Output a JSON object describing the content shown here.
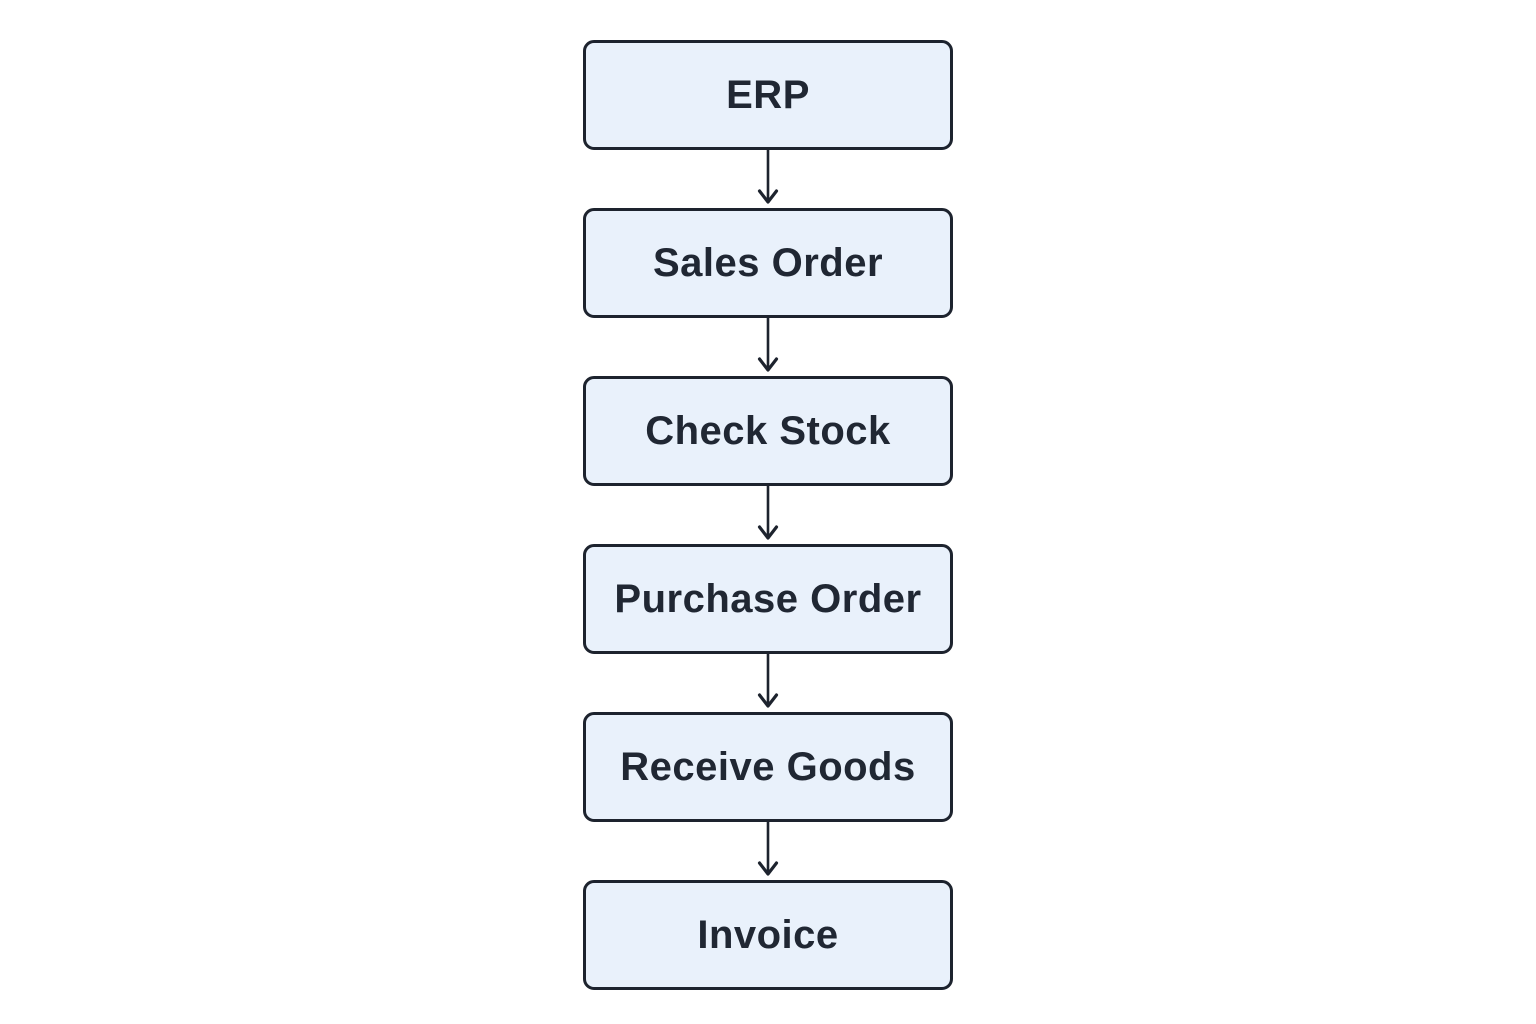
{
  "diagram": {
    "type": "flowchart",
    "direction": "top-down",
    "nodes": [
      {
        "id": "erp",
        "label": "ERP"
      },
      {
        "id": "sales-order",
        "label": "Sales Order"
      },
      {
        "id": "check-stock",
        "label": "Check Stock"
      },
      {
        "id": "purchase-order",
        "label": "Purchase Order"
      },
      {
        "id": "receive-goods",
        "label": "Receive Goods"
      },
      {
        "id": "invoice",
        "label": "Invoice"
      }
    ],
    "edges": [
      {
        "from": "ERP",
        "to": "Sales Order"
      },
      {
        "from": "Sales Order",
        "to": "Check Stock"
      },
      {
        "from": "Check Stock",
        "to": "Purchase Order"
      },
      {
        "from": "Purchase Order",
        "to": "Receive Goods"
      },
      {
        "from": "Receive Goods",
        "to": "Invoice"
      }
    ],
    "colors": {
      "background": "#ffffff",
      "node_fill": "#e9f1fb",
      "node_border": "#1d232e",
      "node_text": "#202733",
      "arrow": "#1d232e"
    }
  }
}
